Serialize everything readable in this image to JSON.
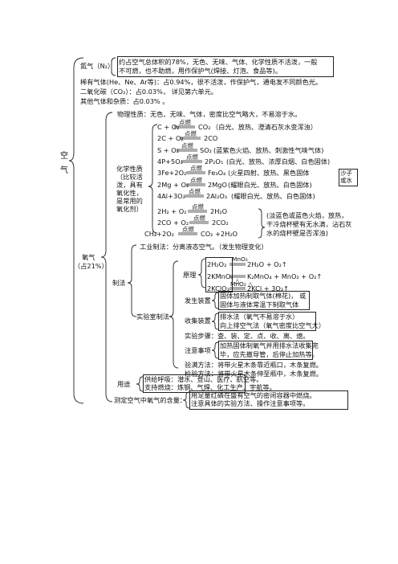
{
  "root": {
    "char1": "空",
    "char2": "气"
  },
  "top_items": [
    {
      "label": "氮气（N₂）",
      "desc1": "约占空气总体积的78%，无色、无味、气体、化学性质不活泼，一般",
      "desc2": "不可燃，也不助燃，用作保护气(焊接、灯泡、食品等)。"
    },
    {
      "line": "稀有气体(He、Ne、Ar等)：占0.94%，很不活泼，作保护气，通电发不同颜色光。"
    },
    {
      "line": "二氧化碳（CO₂）：占0.03%，  详见第六单元。"
    },
    {
      "line": "其他气体和杂质：占0.03%  。"
    }
  ],
  "oxygen": {
    "label1": "氧气",
    "label2": "（占21%）",
    "physical": "物理性质：无色、无味、气体，密度比空气略大，不易溶于水。",
    "chemical_label": [
      "化学性质",
      "（比较活",
      "泼，具有",
      "氧化性，",
      "是常用的",
      "氧化剂）"
    ],
    "cond": "点燃",
    "reactions": [
      {
        "eq_l": "C + O₂",
        "eq_r": "CO₂",
        "note": "（白光、放热、澄清石灰水变浑浊）"
      },
      {
        "eq_l": "2C + O₂",
        "eq_r": "2CO",
        "note": ""
      },
      {
        "eq_l": "S + O₂",
        "eq_r": "SO₂",
        "note": "(蓝紫色火焰、放热、刺激性气味气体)"
      },
      {
        "eq_l": "4P+5O₂",
        "eq_r": "2P₂O₅",
        "note": "(白光、放热、浓厚白烟、白色固体)"
      },
      {
        "eq_l": "3Fe+2O₂",
        "eq_r": "Fe₃O₄",
        "note": "(火星四射、放热、黑色固体"
      },
      {
        "eq_l": "2Mg + O₂",
        "eq_r": "2MgO",
        "note": "(耀眼白光、放热、白色固体)"
      },
      {
        "eq_l": "4Al+3O₂",
        "eq_r": "2Al₂O₃",
        "note": "(耀眼白光、放热、白色固体)"
      },
      {
        "eq_l": "2H₂ + O₂",
        "eq_r": "2H₂O",
        "note": ""
      },
      {
        "eq_l": "2CO + O₂",
        "eq_r": "2CO₂",
        "note": ""
      },
      {
        "eq_l": "CH₄+2O₂",
        "eq_r": "CO₂ +2H₂O",
        "note": ""
      }
    ],
    "fe_box1": "沙子",
    "fe_box2": "或水",
    "flame_note": [
      "(淡蓝色或蓝色火焰，放热，",
      "干冷烧杯壁有无水滴，沾石灰",
      "水的烧杯壁是否浑浊)"
    ],
    "prep_label": "制法",
    "industrial": "工业制法：分离液态空气。（发生物理变化）",
    "lab_label": "实验室制法",
    "principle_label": "原理",
    "principle": [
      {
        "left": "2H₂O₂",
        "cond": "MnO₂",
        "right": "2H₂O + O₂↑"
      },
      {
        "left": "2KMnO₄",
        "cond": "△",
        "right": "K₂MnO₄ + MnO₂ + O₂↑"
      },
      {
        "left": "2KClO₃",
        "cond": "MnO₂ △",
        "right": "2KCl + 3O₂↑"
      }
    ],
    "gen_label": "发生装置",
    "gen": [
      "固体加热制取气体(棉花)， 或",
      "固体与液体常温下制取气体"
    ],
    "col_label": "收集装置",
    "col": [
      "排水法（氧气不易溶于水）",
      "向上排空气法（氧气密度比空气大）"
    ],
    "steps": "实验步骤：查、装、定、点、收、离、熄。",
    "caution_label": "注意事项",
    "caution": [
      "加热固体制氧气并用排水法收集完",
      "毕，应先撤导管，后停止加热等。"
    ],
    "check": "验满方法：将带火星木条靠近瓶口，木条复燃。",
    "test": "检验方法：将带火星木条伸至瓶中，木条复燃。",
    "uses_label": "用途",
    "uses": [
      "供给呼吸：潜水、登山、医疗、航空等。",
      "支持燃烧：炼钢、气焊、化工生产、宇航等。"
    ]
  },
  "measure": {
    "label": "测定空气中氧气的含量：",
    "lines": [
      "用足量红磷在盛有空气的密闭容器中燃烧。",
      "注意具体的实验方法、操作注意事项等。"
    ]
  }
}
